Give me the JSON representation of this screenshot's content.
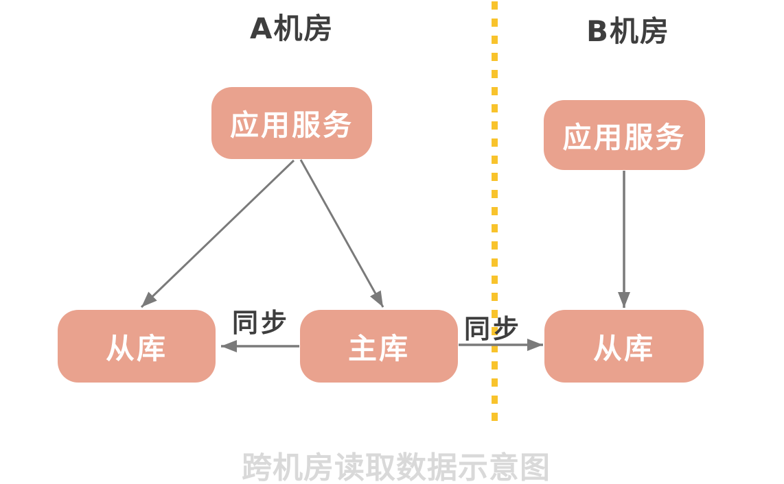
{
  "zones": {
    "a": {
      "label": "A机房"
    },
    "b": {
      "label": "B机房"
    }
  },
  "nodes": {
    "a_app": {
      "label": "应用服务"
    },
    "a_slave": {
      "label": "从库"
    },
    "a_master": {
      "label": "主库"
    },
    "b_app": {
      "label": "应用服务"
    },
    "b_slave": {
      "label": "从库"
    }
  },
  "edges": {
    "sync_left": {
      "label": "同步"
    },
    "sync_right": {
      "label": "同步"
    }
  },
  "caption": "跨机房读取数据示意图",
  "colors": {
    "node_fill": "#E9A28E",
    "node_text": "#FFFFFF",
    "arrow": "#7A7A7A",
    "divider": "#F8C32C",
    "label_text": "#3E3E3E",
    "caption_text": "#D9D9D9",
    "bg": "#FFFFFF"
  }
}
